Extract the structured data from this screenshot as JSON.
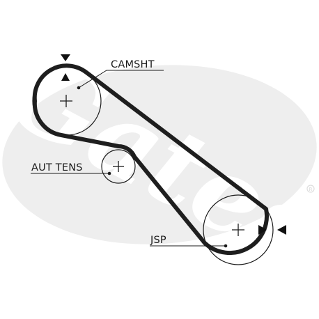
{
  "logo": {
    "text": "Gates",
    "color": "#ececec"
  },
  "labels": {
    "camshaft": "CAMSHT",
    "tensioner": "AUT TENS",
    "crankshaft": "JSP"
  },
  "colors": {
    "belt": "#1e1e1e",
    "ink": "#1a1a1a"
  },
  "icons": [
    "timing-mark-arrow-icon",
    "crosshair-icon",
    "registered-trademark-icon"
  ]
}
